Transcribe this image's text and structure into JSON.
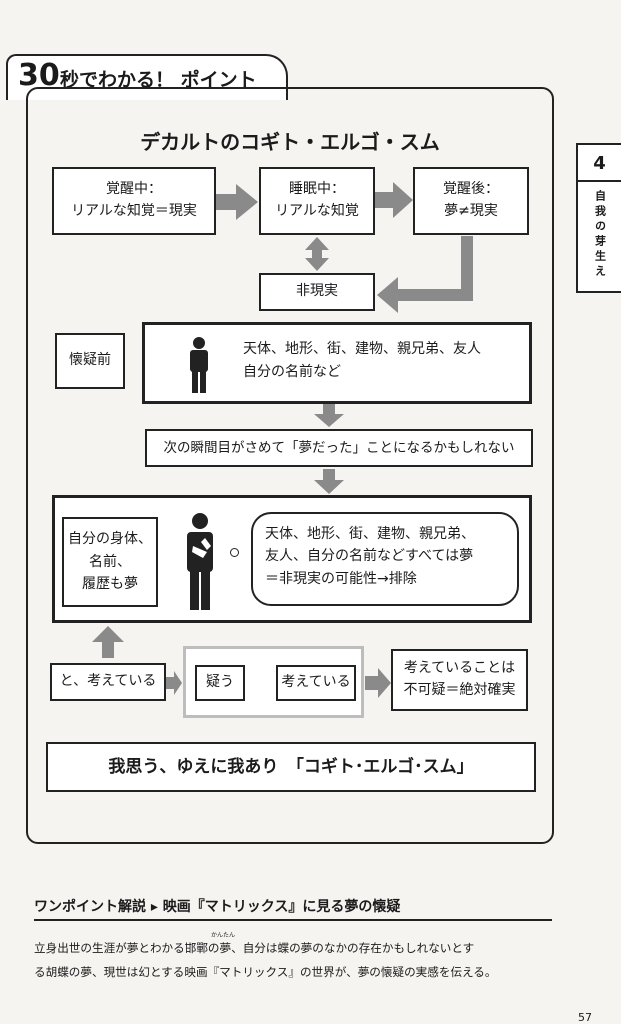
{
  "header": {
    "number": "30",
    "title": "秒でわかる！ ポイント"
  },
  "side": {
    "chapter_number": "4",
    "chapter_title": "自我の芽生え"
  },
  "diagram": {
    "title": "デカルトのコギト・エルゴ・スム",
    "row1": {
      "awake": {
        "line1": "覚醒中：",
        "line2": "リアルな知覚＝現実"
      },
      "sleep": {
        "line1": "睡眠中：",
        "line2": "リアルな知覚"
      },
      "after": {
        "line1": "覚醒後：",
        "line2": "夢≠現実"
      }
    },
    "unreal": "非現実",
    "before_doubt": {
      "label": "懐疑前",
      "text_line1": "天体、地形、街、建物、親兄弟、友人",
      "text_line2": "自分の名前など"
    },
    "realize": "次の瞬間目がさめて「夢だった」ことになるかもしれない",
    "after_doubt": {
      "label_line1": "自分の身体、",
      "label_line2": "名前、",
      "label_line3": "履歴も夢",
      "bubble_line1": "天体、地形、街、建物、親兄弟、",
      "bubble_line2": "友人、自分の名前などすべては夢",
      "bubble_line3": "＝非現実の可能性→排除"
    },
    "thinking_row": {
      "and_thinking": "と、考えている",
      "doubt": "疑う",
      "thinking": "考えている",
      "certain_line1": "考えていることは",
      "certain_line2": "不可疑＝絶対確実"
    },
    "conclusion": "我思う、ゆえに我あり　「コギト･エルゴ･スム」"
  },
  "onepoint": {
    "heading": "ワンポイント解説 ▸ 映画『マトリックス』に見る夢の懐疑",
    "ruby": "かんたん",
    "body_line1": "立身出世の生涯が夢とわかる邯鄲の夢、自分は蝶の夢のなかの存在かもしれないとす",
    "body_line2": "る胡蝶の夢、現世は幻とする映画『マトリックス』の世界が、夢の懐疑の実感を伝える。"
  },
  "page_number": "57"
}
